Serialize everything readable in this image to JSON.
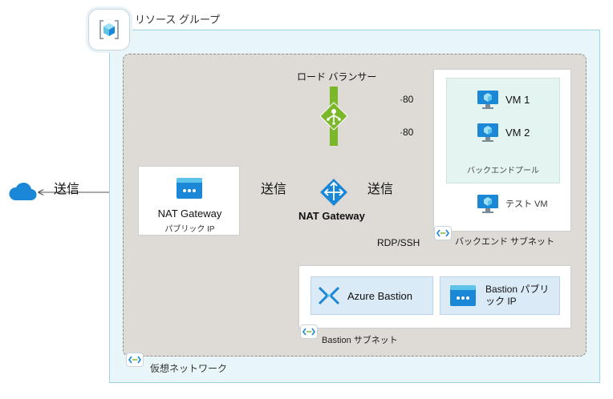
{
  "resource_group": {
    "label": "リソース グループ",
    "icon": "resource-group-icon"
  },
  "virtual_network": {
    "label": "仮想ネットワーク",
    "icon": "vnet-icon"
  },
  "load_balancer": {
    "label": "ロード バランサー",
    "icon": "load-balancer-icon",
    "color": "#7ab829"
  },
  "backend_pool": {
    "label": "バックエンドプール"
  },
  "backend_subnet": {
    "label": "バックエンド サブネット"
  },
  "vms": [
    {
      "label": "VM 1",
      "port": "80"
    },
    {
      "label": "VM 2",
      "port": "80"
    }
  ],
  "test_vm": {
    "label": "テスト VM"
  },
  "nat_gateway": {
    "label": "NAT Gateway"
  },
  "nat_public_ip": {
    "title": "NAT Gateway",
    "subtitle": "パブリック IP"
  },
  "bastion_subnet": {
    "label": "Bastion サブネット"
  },
  "azure_bastion": {
    "label": "Azure Bastion"
  },
  "bastion_public_ip": {
    "label": "Bastion パブリック IP"
  },
  "edges": {
    "send_internet": "送信",
    "send_nat": "送信",
    "send_backend": "送信",
    "rdp": "RDP/SSH"
  },
  "colors": {
    "azure_blue": "#1a87d7",
    "vnet_fill": "#dedad6",
    "rg_fill": "#e8f6fa",
    "pool_fill": "#e4f5f1",
    "tile_fill": "#dbeaf7"
  }
}
